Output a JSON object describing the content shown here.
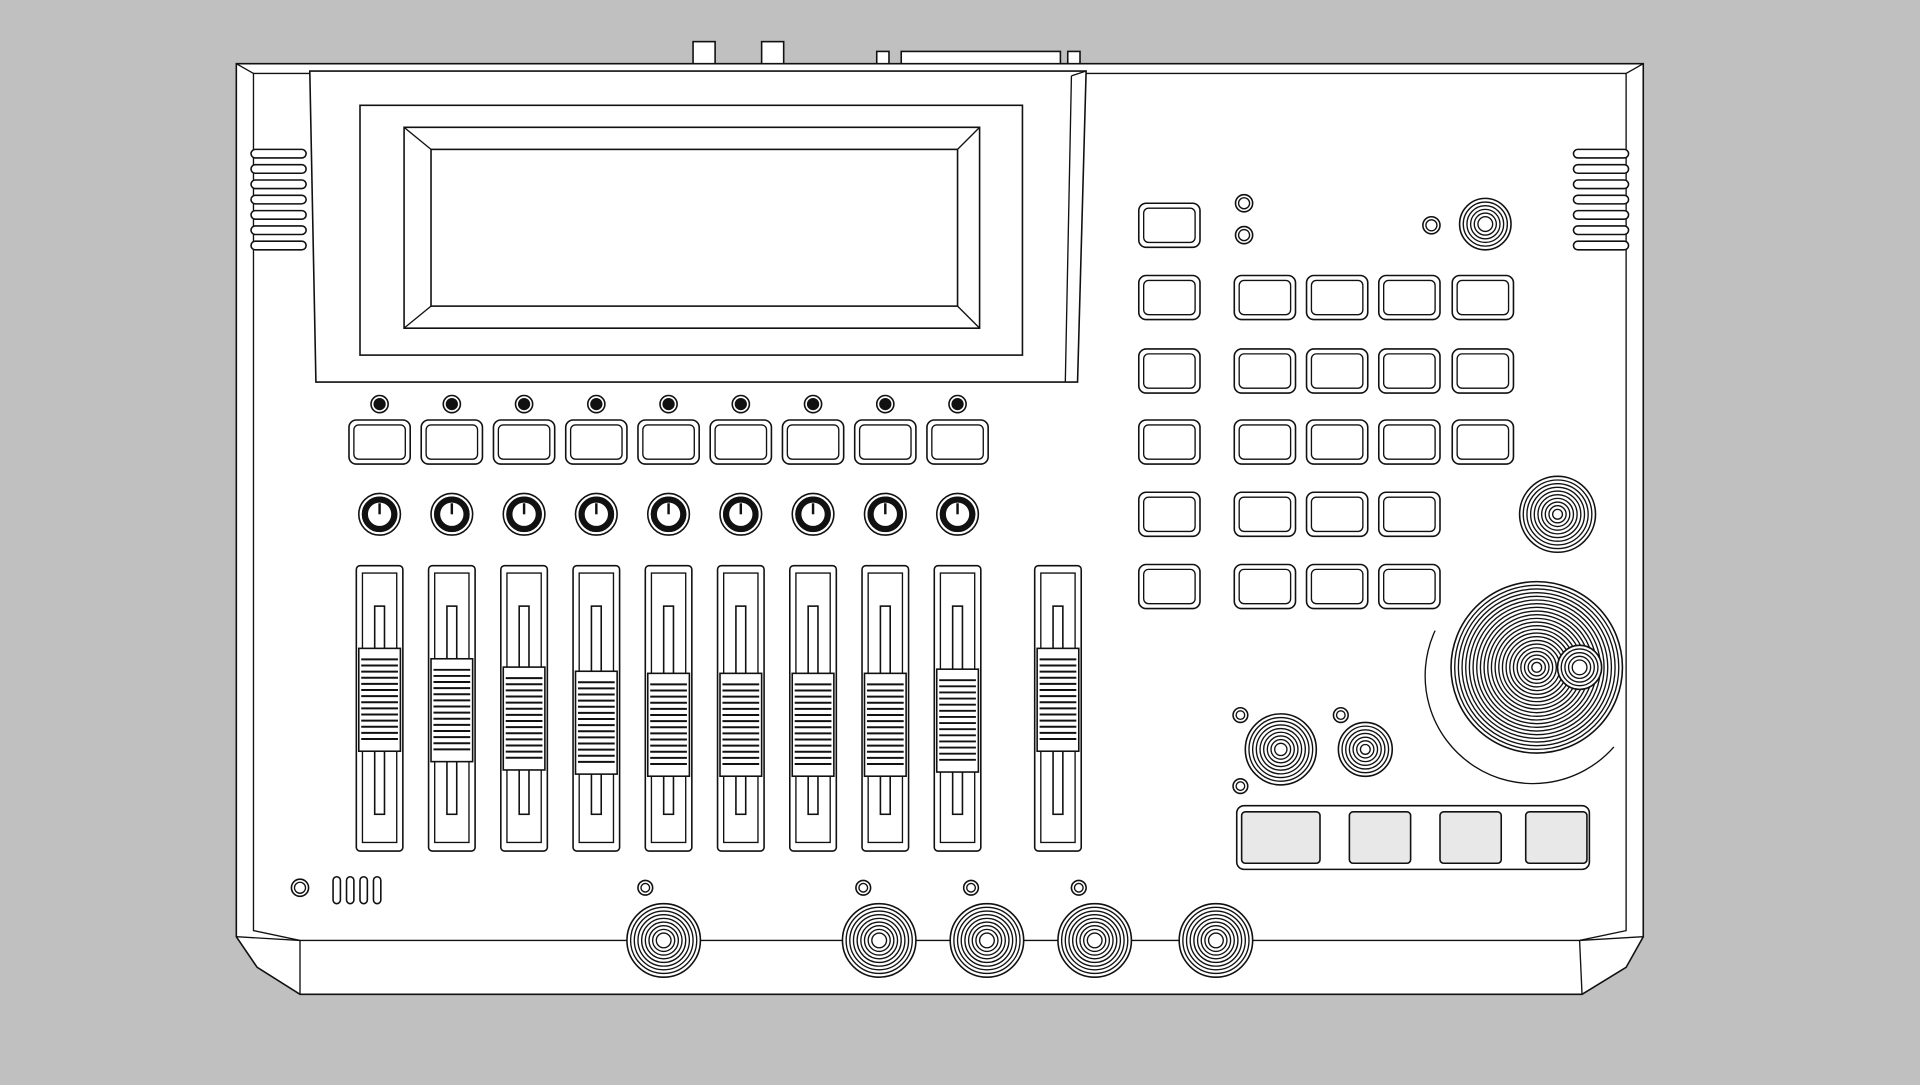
{
  "colors": {
    "background": "#c0c0c0",
    "device_face": "#ffffff",
    "outline": "#111111"
  },
  "device": {
    "channel_strips": 9,
    "fader_levels": [
      0.55,
      0.5,
      0.46,
      0.44,
      0.43,
      0.43,
      0.43,
      0.43,
      0.45,
      0.55
    ],
    "right_button_grid": {
      "columns": 4,
      "rows": [
        4,
        4,
        4,
        3,
        3
      ]
    },
    "left_column_buttons": 6,
    "transport_pads": 4,
    "bottom_knobs": 5
  }
}
